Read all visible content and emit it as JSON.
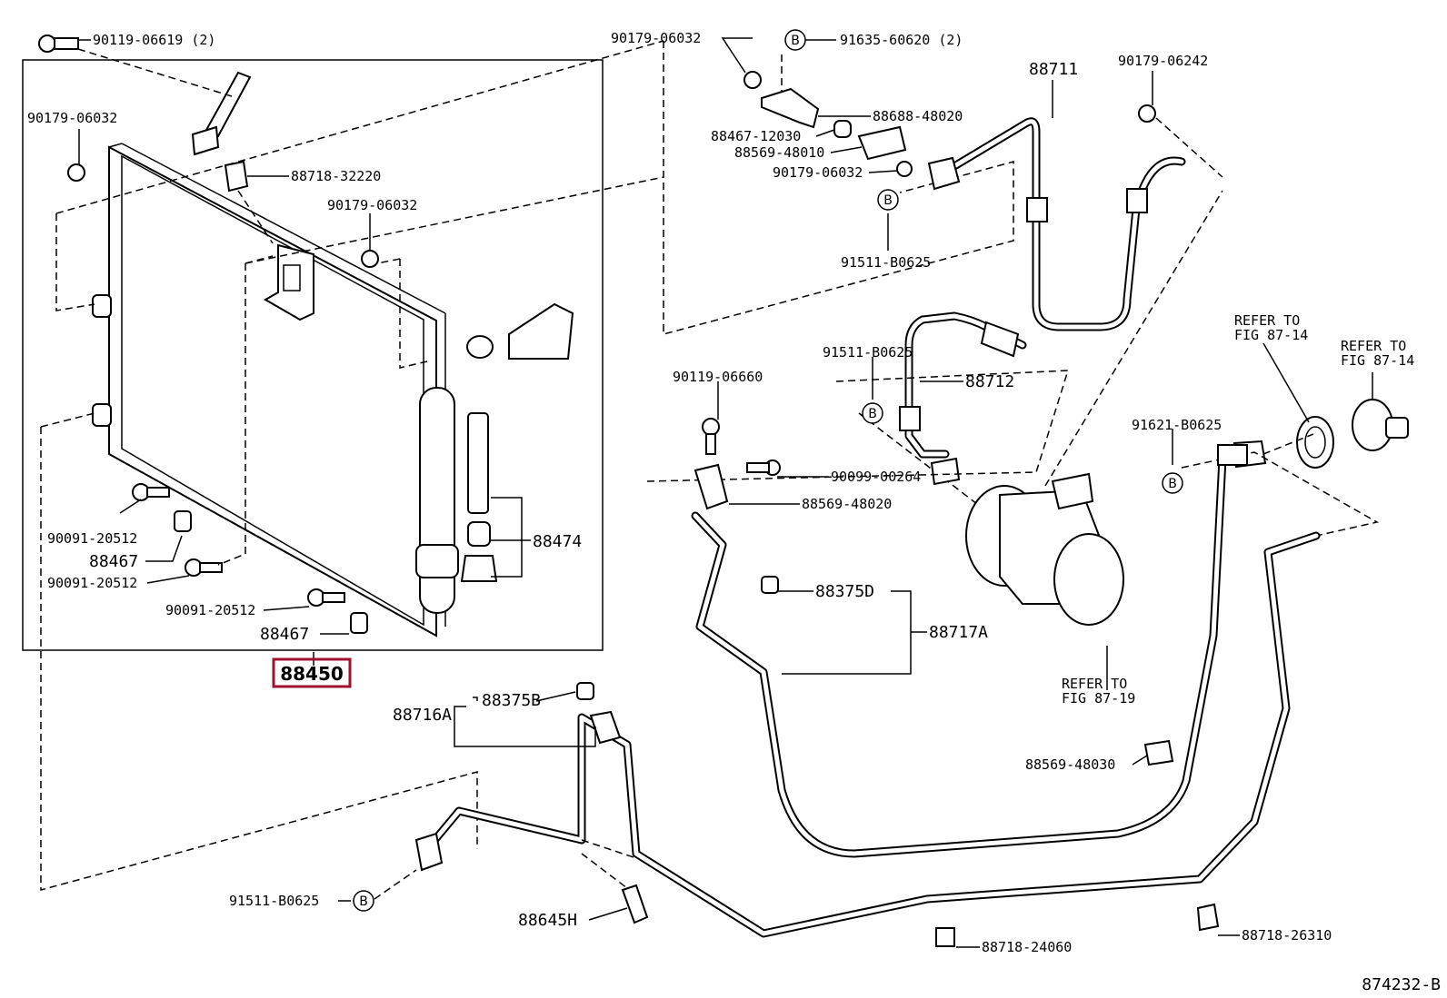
{
  "diagram_code": "874232-B",
  "highlight_color": "#a01030",
  "labels": {
    "p90119_06619": "90119-06619 (2)",
    "p90179_06032_a": "90179-06032",
    "p88718_32220": "88718-32220",
    "p90179_06032_b": "90179-06032",
    "p90179_06032_c": "90179-06032",
    "p91635_60620": "91635-60620 (2)",
    "p88688_48020": "88688-48020",
    "p88467_12030": "88467-12030",
    "p88569_48010": "88569-48010",
    "p90179_06032_d": "90179-06032",
    "p91511_B0625_a": "91511-B0625",
    "p88711": "88711",
    "p90179_06242": "90179-06242",
    "p91511_B0625_b": "91511-B0625",
    "p88712": "88712",
    "p90119_06660": "90119-06660",
    "p90099_00264": "90099-00264",
    "p88569_48020": "88569-48020",
    "p91621_B0625": "91621-B0625",
    "p88474": "88474",
    "p90091_20512_a": "90091-20512",
    "p88467_a": "88467",
    "p90091_20512_b": "90091-20512",
    "p90091_20512_c": "90091-20512",
    "p88467_b": "88467",
    "p88450": "88450",
    "p88375D": "88375D",
    "p88717A": "88717A",
    "p88716A": "88716A",
    "p88375B": "88375B",
    "p88569_48030": "88569-48030",
    "p91511_B0625_c": "91511-B0625",
    "p88645H": "88645H",
    "p88718_24060": "88718-24060",
    "p88718_26310": "88718-26310",
    "refer_8714_a_1": "REFER TO",
    "refer_8714_a_2": "FIG 87-14",
    "refer_8714_b_1": "REFER TO",
    "refer_8714_b_2": "FIG 87-14",
    "refer_8719_1": "REFER TO",
    "refer_8719_2": "FIG 87-19",
    "callout_b": "B"
  }
}
